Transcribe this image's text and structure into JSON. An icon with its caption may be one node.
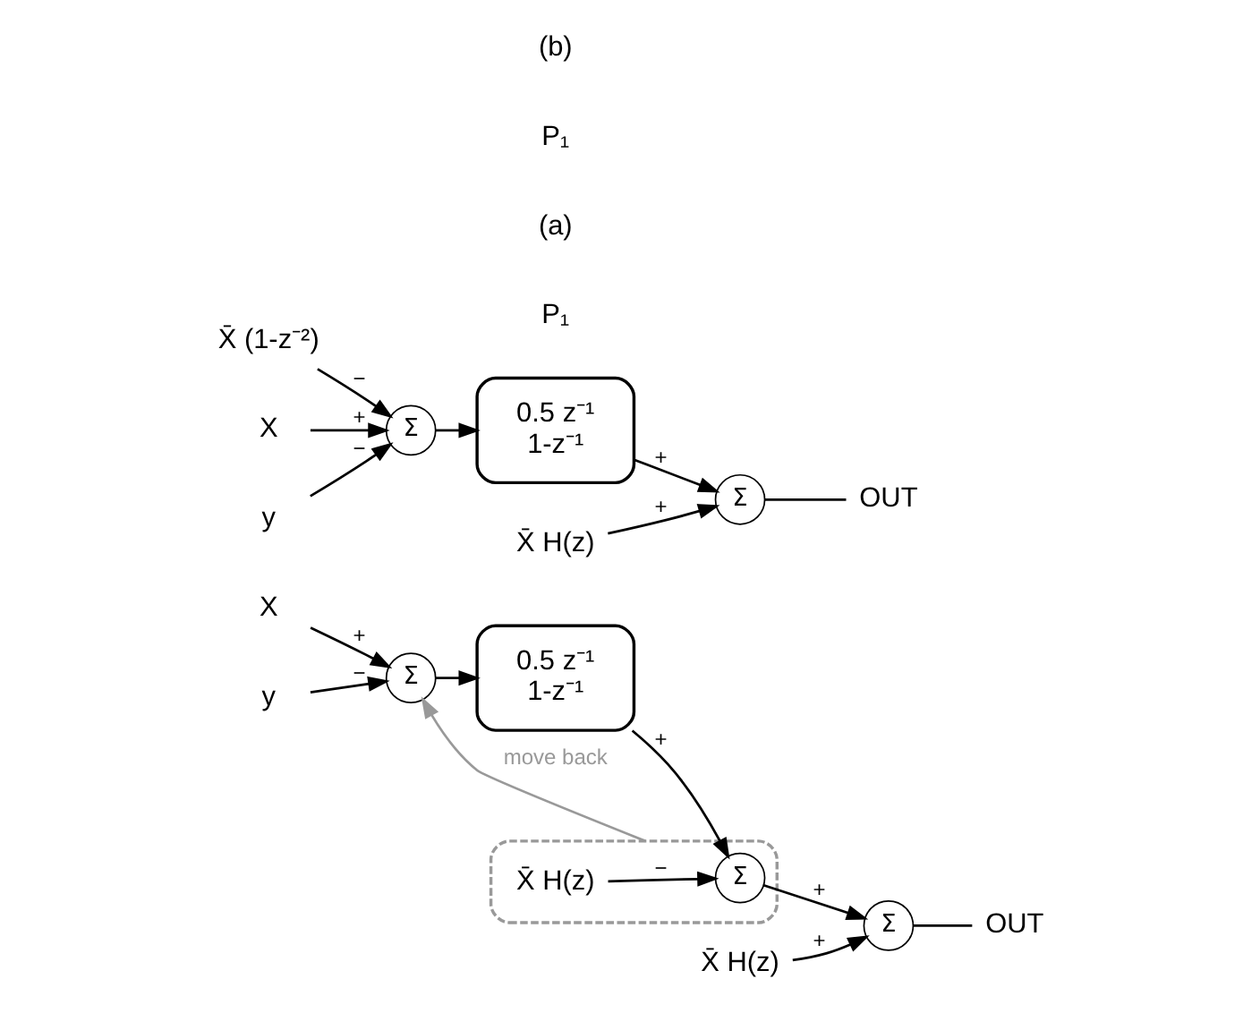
{
  "diagram": {
    "nodes": [
      {
        "text": [
          "X"
        ]
      },
      {
        "text": [
          "Σ"
        ]
      },
      {
        "text": [
          "y"
        ]
      },
      {
        "text": [
          "0.5 z⁻¹",
          "1-z⁻¹"
        ]
      },
      {
        "text": [],
        "shape": "box"
      },
      {
        "text": [
          "Σ"
        ],
        "in": 4
      },
      {
        "text": [
          "X̄ H(z)"
        ],
        "in": 4
      },
      {
        "text": [
          "Σ"
        ]
      },
      {
        "text": [
          "X̄ H(z)"
        ]
      },
      {
        "text": [
          "OUT"
        ]
      },
      {
        "text": [
          "X̄ (1-z⁻²)"
        ]
      },
      {
        "text": [
          "X"
        ]
      },
      {
        "text": [
          "Σ"
        ]
      },
      {
        "text": [
          "y"
        ]
      },
      {
        "text": [
          "0.5 z⁻¹",
          "1-z⁻¹"
        ]
      },
      {
        "text": [
          "Σ"
        ]
      },
      {
        "text": [
          "X̄ H(z)"
        ]
      },
      {
        "text": [
          "OUT"
        ]
      }
    ],
    "edges": [
      {
        "from": 0,
        "to": 1,
        "arrow": "to",
        "label": "+"
      },
      {
        "from": 2,
        "to": 1,
        "arrow": "to",
        "label": "−"
      },
      {
        "from": 1,
        "to": 3,
        "arrow": "to"
      },
      {
        "from": 3,
        "to": 5,
        "arrow": "to",
        "label": "+"
      },
      {
        "from": 6,
        "to": 5,
        "arrow": "to",
        "label": "−"
      },
      {
        "from": 5,
        "to": 7,
        "arrow": "to",
        "label": "+"
      },
      {
        "from": 8,
        "to": 7,
        "arrow": "to",
        "label": "+"
      },
      {
        "from": 7,
        "to": 9,
        "arrow": "none"
      },
      {
        "from": 4,
        "to": 1,
        "arrow": "to",
        "label": "move back",
        "color": "#999999"
      },
      {
        "from": 10,
        "to": 12,
        "arrow": "to",
        "label": "−"
      },
      {
        "from": 11,
        "to": 12,
        "arrow": "to",
        "label": "+"
      },
      {
        "from": 13,
        "to": 12,
        "arrow": "to",
        "label": "−"
      },
      {
        "from": 12,
        "to": 14,
        "arrow": "to"
      },
      {
        "from": 14,
        "to": 15,
        "arrow": "to",
        "label": "+"
      },
      {
        "from": 16,
        "to": 15,
        "arrow": "to",
        "label": "+"
      },
      {
        "from": 15,
        "to": 17,
        "arrow": "none"
      }
    ],
    "labels": [
      "P₁",
      "(a)",
      "P₁",
      "(b)"
    ]
  }
}
